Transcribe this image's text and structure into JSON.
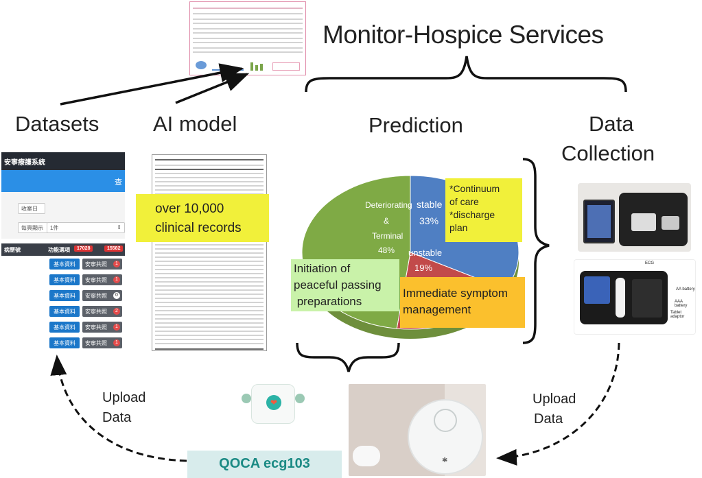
{
  "title": "Monitor-Hospice Services",
  "labels": {
    "datasets": "Datasets",
    "ai_model": "AI model",
    "prediction": "Prediction",
    "data_collection_1": "Data",
    "data_collection_2": "Collection",
    "upload_left_1": "Upload",
    "upload_left_2": "Data",
    "upload_right_1": "Upload",
    "upload_right_2": "Data",
    "qoca_ecg": "QOCA ecg103"
  },
  "callouts": {
    "records_1": "over 10,000",
    "records_2": "clinical records",
    "continuum_1": "*Continuum",
    "continuum_2": "of care",
    "continuum_3": "*discharge",
    "continuum_4": "plan",
    "peaceful_1": "Initiation of",
    "peaceful_2": "peaceful passing",
    "peaceful_3": " preparations",
    "immediate_1": "Immediate symptom",
    "immediate_2": "management"
  },
  "chart_data": {
    "type": "pie",
    "slices": [
      {
        "name": "stable",
        "value": 33,
        "label": "33%",
        "color": "#4f7fc3"
      },
      {
        "name": "unstable",
        "value": 19,
        "label": "19%",
        "color": "#c24a4a"
      },
      {
        "name": "Deteriorating & Terminal",
        "value": 48,
        "label": "48%",
        "color": "#7faa45"
      }
    ],
    "slice_label_lines": {
      "stable": [
        "stable"
      ],
      "unstable": [
        "unstable"
      ],
      "terminal": [
        "Deteriorating",
        "&",
        "Terminal"
      ]
    }
  },
  "ehr": {
    "app_title": "安寧療護系統",
    "top_right": "查",
    "field_case_day": "收案日",
    "field_per_page": "每頁顯示",
    "field_per_page_value": "1件",
    "col_patient": "病歷號",
    "col_function": "功能選項",
    "badge_left": "17028",
    "badge_right": "15582",
    "rows": [
      {
        "btn1": "基本資料",
        "btn2": "安寧共照",
        "badge": "1"
      },
      {
        "btn1": "基本資料",
        "btn2": "安寧共照",
        "badge": "1"
      },
      {
        "btn1": "基本資料",
        "btn2": "安寧共照",
        "badge": "0"
      },
      {
        "btn1": "基本資料",
        "btn2": "安寧共照",
        "badge": "2"
      },
      {
        "btn1": "基本資料",
        "btn2": "安寧共照",
        "badge": "1"
      },
      {
        "btn1": "基本資料",
        "btn2": "安寧共照",
        "badge": "1"
      }
    ]
  },
  "kit_labels": {
    "ecg": "ECG",
    "aa_battery_1": "AA battery",
    "aaa_battery": "AAA battery",
    "tablet_adaptor": "Tablet adaptor"
  },
  "colors": {
    "stable": "#4f7fc3",
    "unstable": "#c24a4a",
    "terminal": "#7faa45",
    "callout_yellow": "#f1f03a",
    "callout_green": "#c9f2a9",
    "callout_orange": "#fbc02d",
    "qoca_teal": "#1b8a84"
  }
}
